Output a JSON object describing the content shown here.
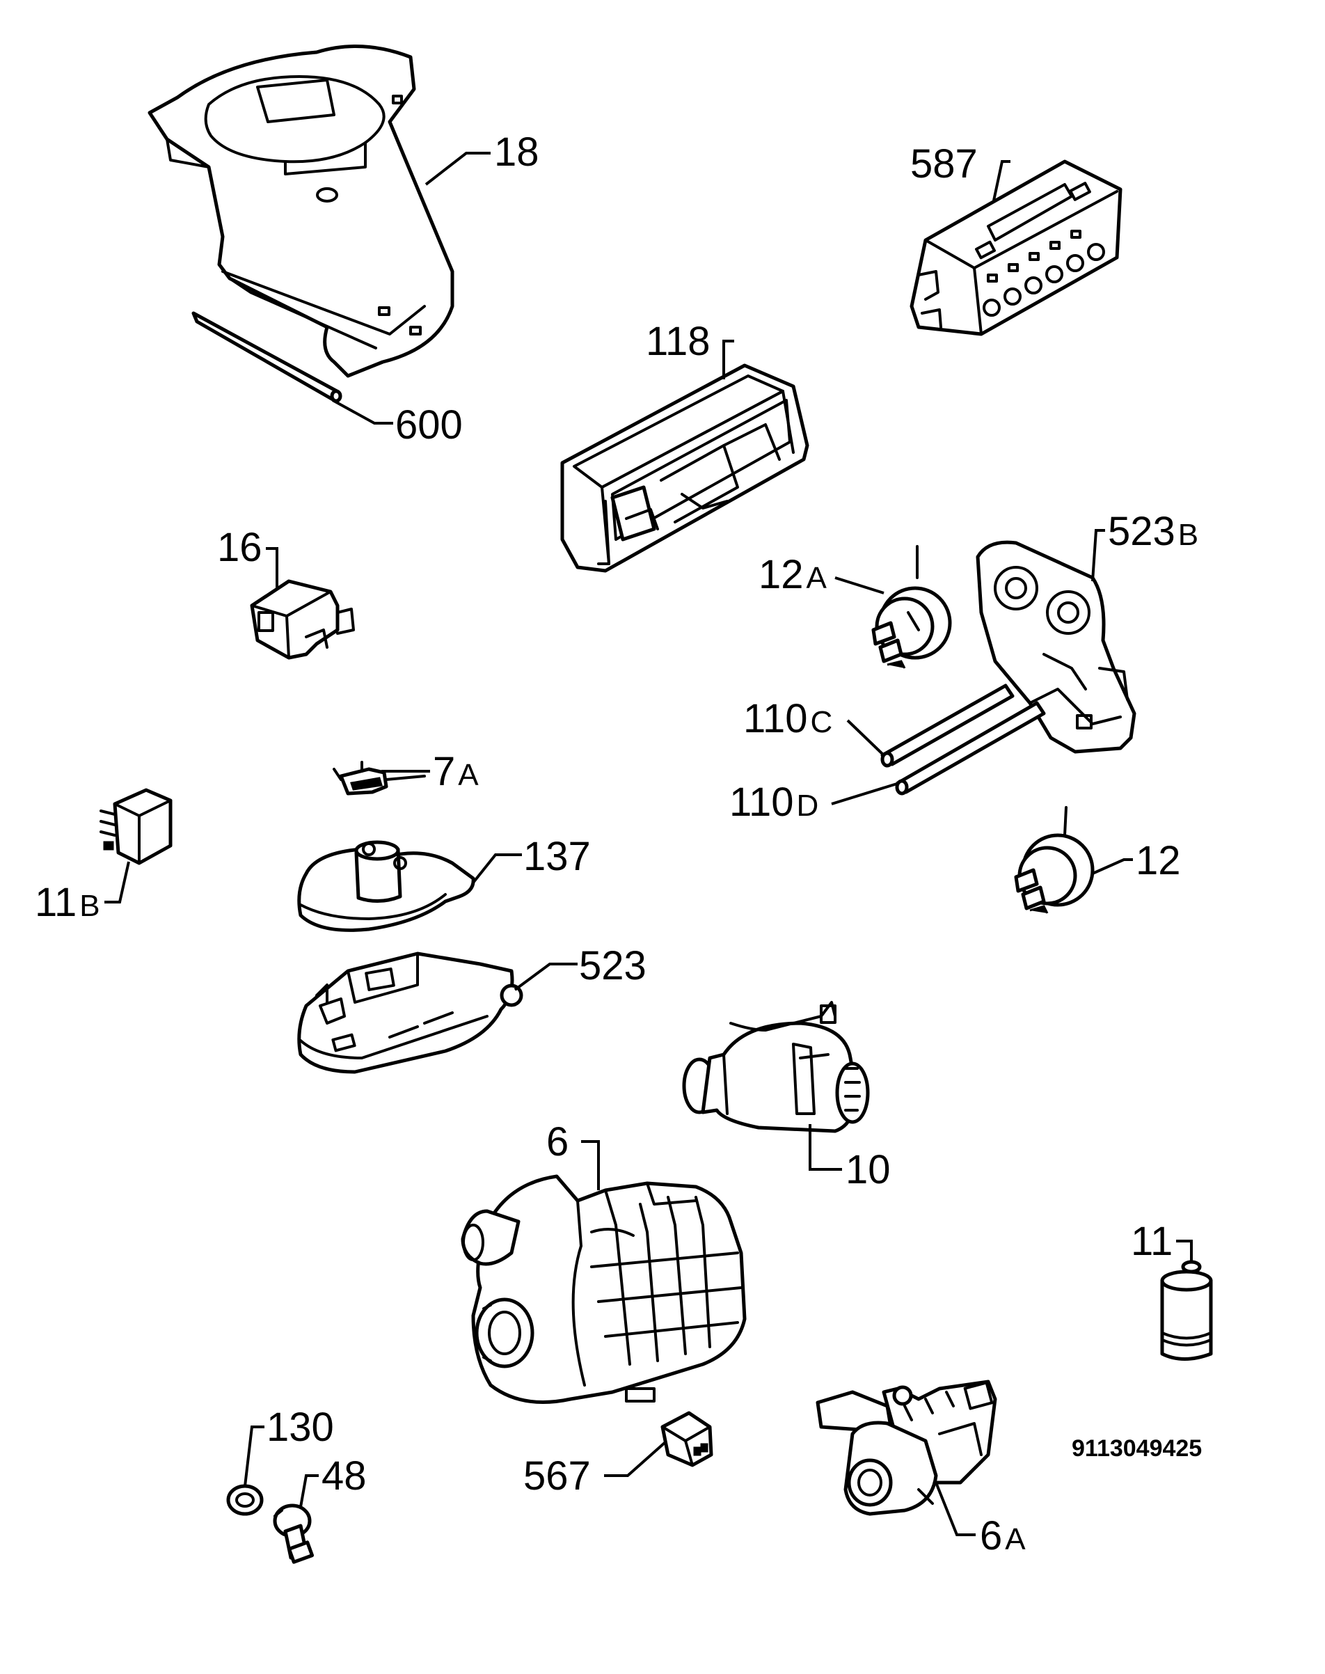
{
  "diagram": {
    "drawing_code": "9113049425",
    "parts": [
      {
        "id": "18",
        "number": "18",
        "suffix": ""
      },
      {
        "id": "600",
        "number": "600",
        "suffix": ""
      },
      {
        "id": "587",
        "number": "587",
        "suffix": ""
      },
      {
        "id": "118",
        "number": "118",
        "suffix": ""
      },
      {
        "id": "16",
        "number": "16",
        "suffix": ""
      },
      {
        "id": "523B",
        "number": "523",
        "suffix": "B"
      },
      {
        "id": "12A",
        "number": "12",
        "suffix": "A"
      },
      {
        "id": "110C",
        "number": "110",
        "suffix": "C"
      },
      {
        "id": "110D",
        "number": "110",
        "suffix": "D"
      },
      {
        "id": "12",
        "number": "12",
        "suffix": ""
      },
      {
        "id": "7A",
        "number": "7",
        "suffix": "A"
      },
      {
        "id": "11B",
        "number": "11",
        "suffix": "B"
      },
      {
        "id": "137",
        "number": "137",
        "suffix": ""
      },
      {
        "id": "523",
        "number": "523",
        "suffix": ""
      },
      {
        "id": "6",
        "number": "6",
        "suffix": ""
      },
      {
        "id": "10",
        "number": "10",
        "suffix": ""
      },
      {
        "id": "11",
        "number": "11",
        "suffix": ""
      },
      {
        "id": "130",
        "number": "130",
        "suffix": ""
      },
      {
        "id": "48",
        "number": "48",
        "suffix": ""
      },
      {
        "id": "567",
        "number": "567",
        "suffix": ""
      },
      {
        "id": "6A",
        "number": "6",
        "suffix": "A"
      }
    ]
  }
}
